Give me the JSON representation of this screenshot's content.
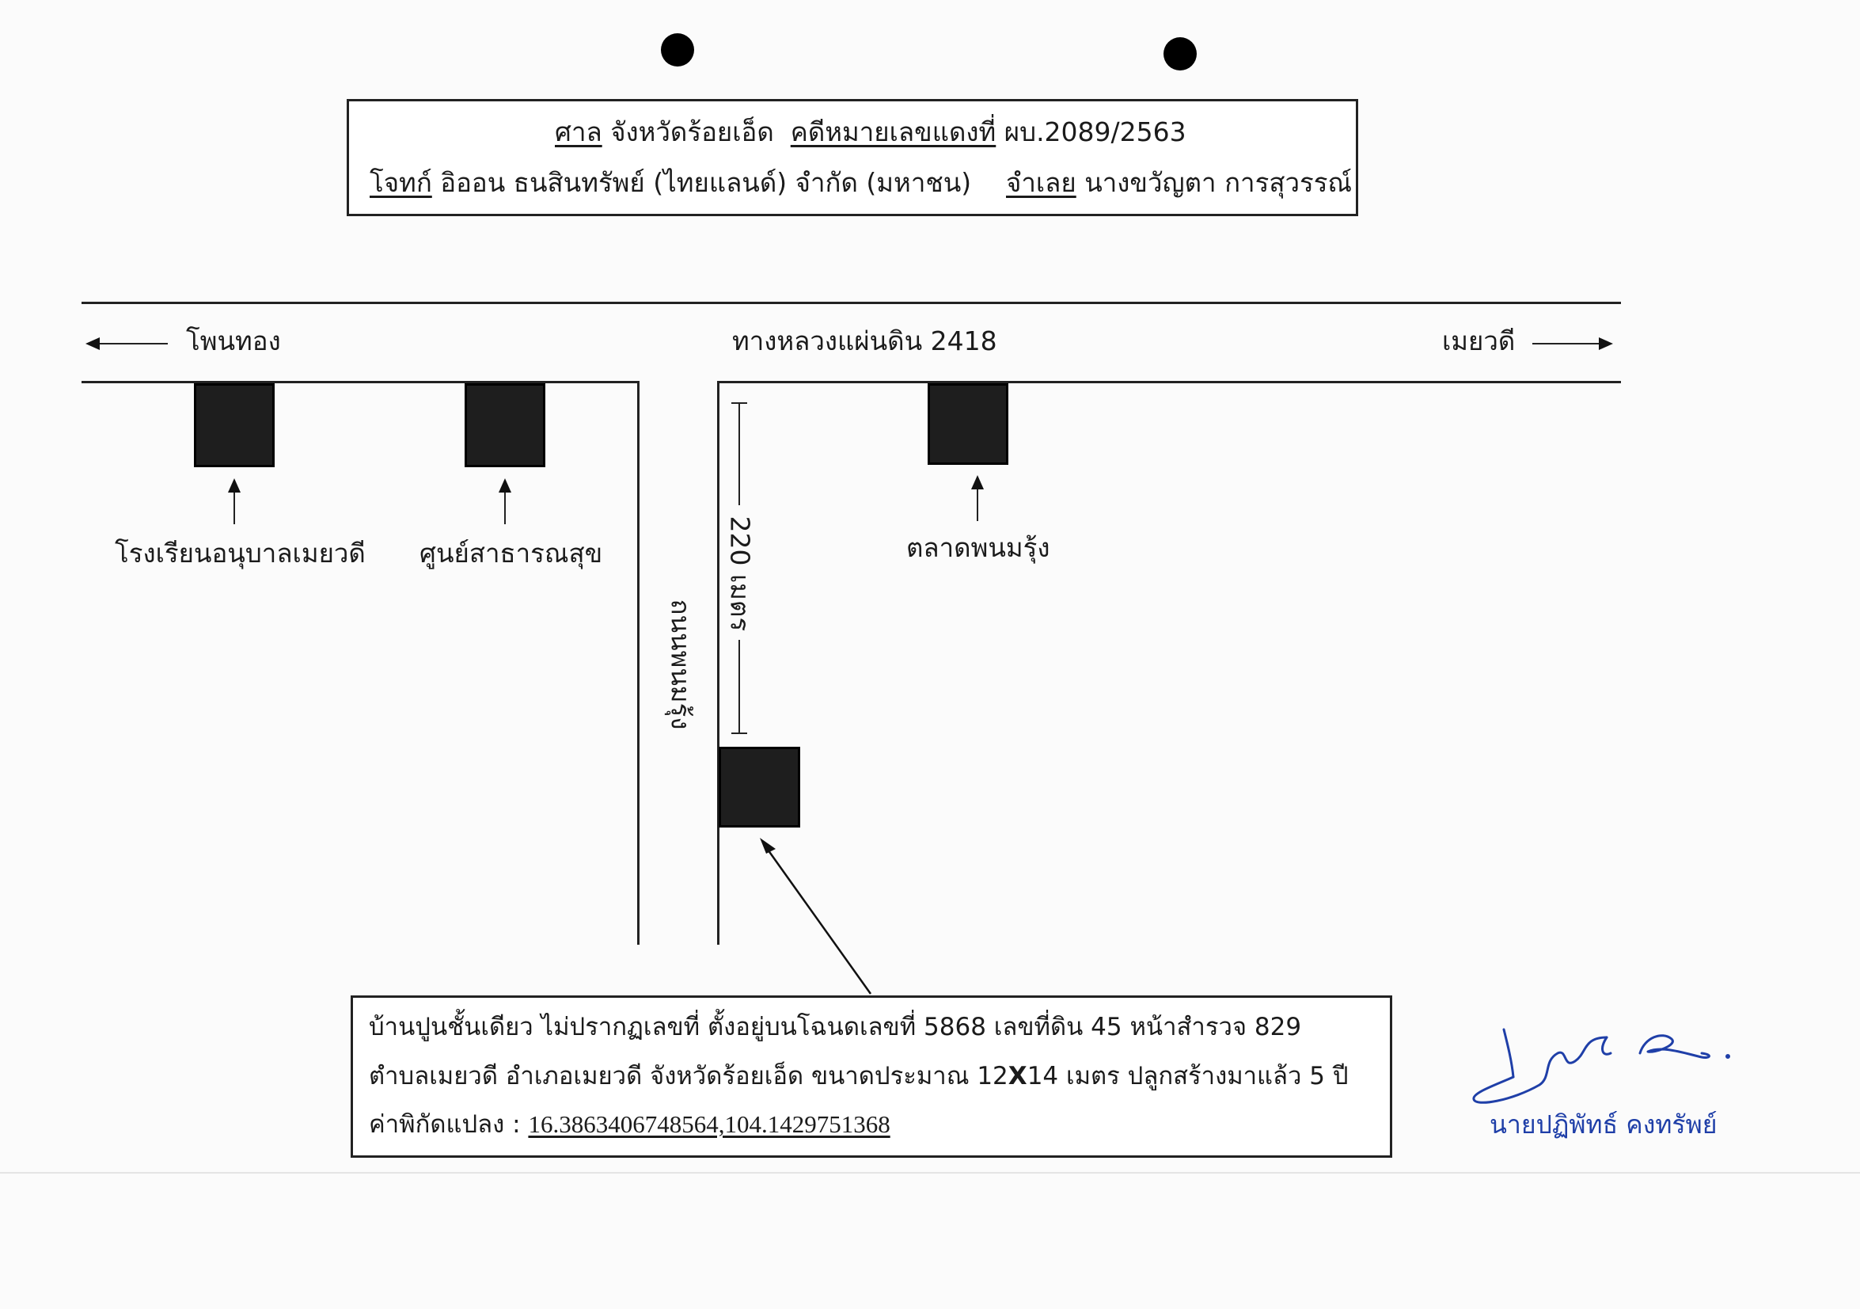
{
  "header": {
    "court_label": "ศาล",
    "court_name": "จังหวัดร้อยเอ็ด",
    "case_label": "คดีหมายเลขแดงที่",
    "case_number": "ผบ.2089/2563",
    "plaintiff_label": "โจทก์",
    "plaintiff_name": "อิออน ธนสินทรัพย์ (ไทยแลนด์) จำกัด (มหาชน)",
    "defendant_label": "จำเลย",
    "defendant_name": "นางขวัญตา การสุวรรณ์"
  },
  "map": {
    "left_direction": "โพนทอง",
    "highway": "ทางหลวงแผ่นดิน 2418",
    "right_direction": "เมยวดี",
    "side_road": "ถนนพนมรุ้ง",
    "distance": "220 เมตร",
    "landmarks": [
      "โรงเรียนอนุบาลเมยวดี",
      "ศูนย์สาธารณสุข",
      "ตลาดพนมรุ้ง"
    ]
  },
  "description": {
    "line1": "บ้านปูนชั้นเดียว ไม่ปรากฏเลขที่ ตั้งอยู่บนโฉนดเลขที่ 5868 เลขที่ดิน 45 หน้าสำรวจ 829",
    "line2_a": "ตำบลเมยวดี อำเภอเมยวดี จังหวัดร้อยเอ็ด ขนาดประมาณ 12",
    "line2_x": "X",
    "line2_b": "14 เมตร ปลูกสร้างมาแล้ว 5 ปี",
    "coord_label": "ค่าพิกัดแปลง :",
    "coord_value": "16.3863406748564,104.1429751368"
  },
  "signature": {
    "name": "นายปฏิพัทธ์ คงทรัพย์"
  },
  "colors": {
    "ink": "#1b1b1b",
    "signature": "#1f3fa8"
  }
}
